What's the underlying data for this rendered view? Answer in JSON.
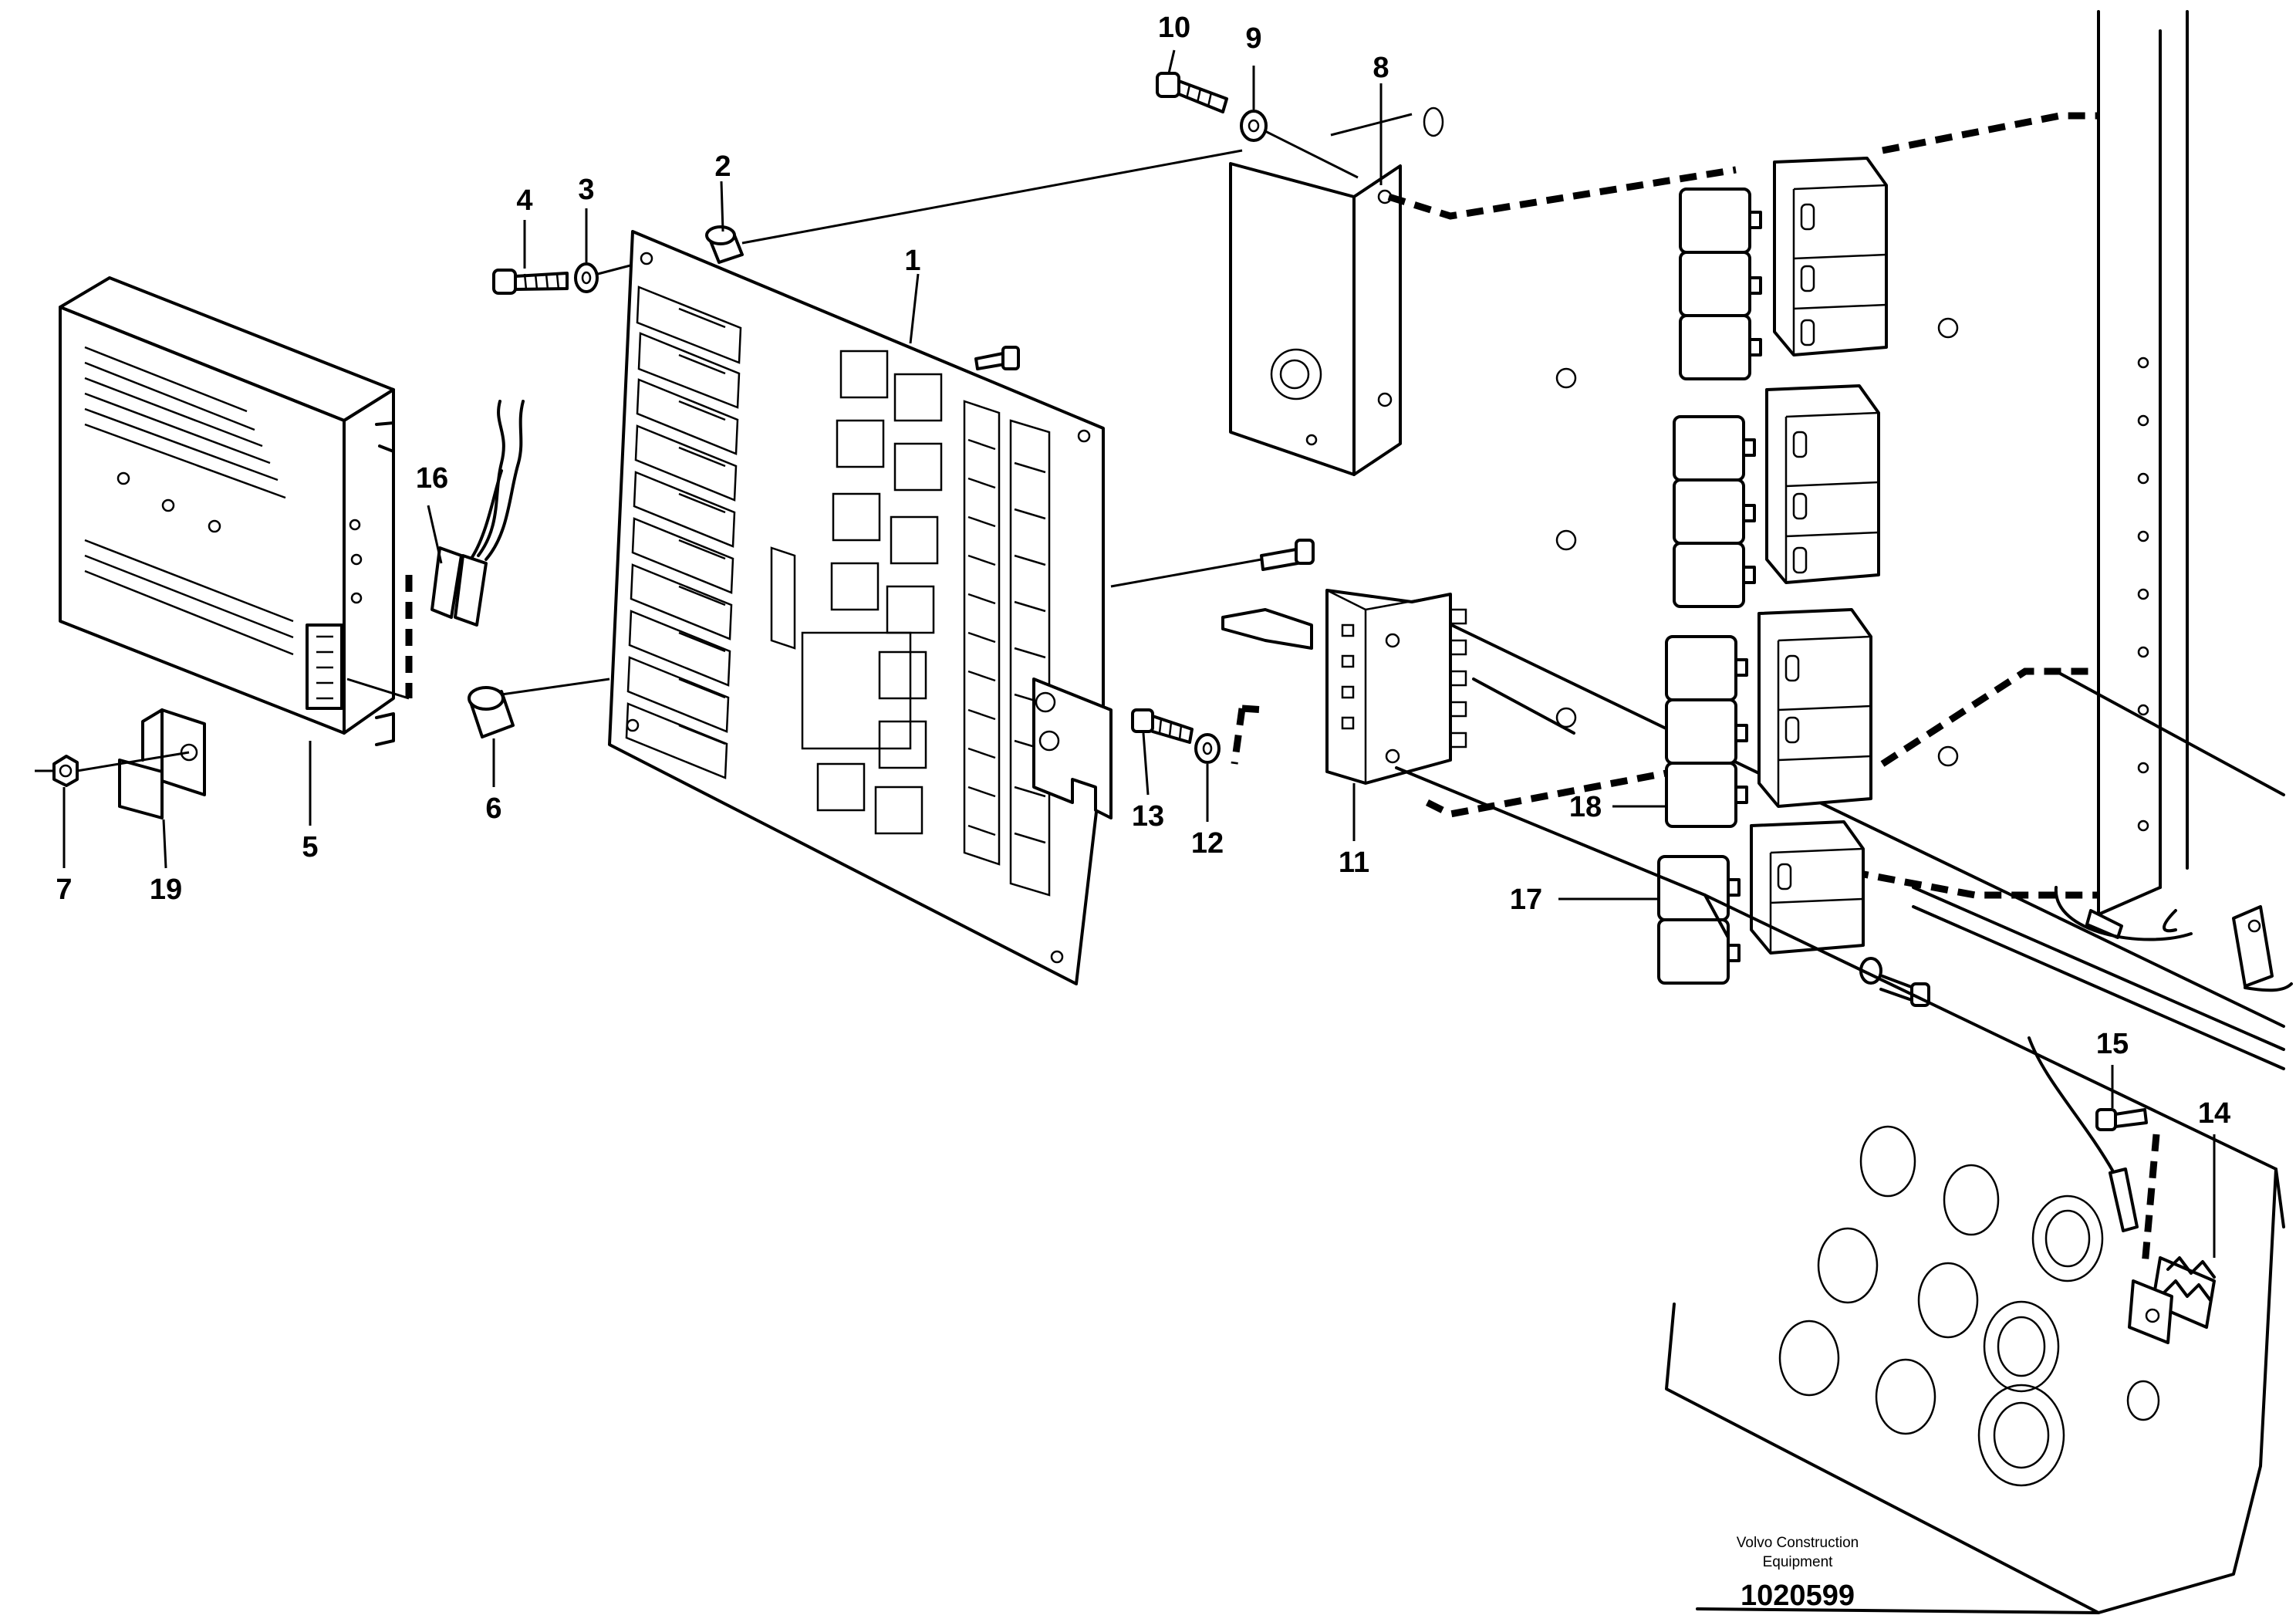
{
  "callouts": [
    {
      "id": "1",
      "label": "1"
    },
    {
      "id": "2",
      "label": "2"
    },
    {
      "id": "3",
      "label": "3"
    },
    {
      "id": "4",
      "label": "4"
    },
    {
      "id": "5",
      "label": "5"
    },
    {
      "id": "6",
      "label": "6"
    },
    {
      "id": "7",
      "label": "7"
    },
    {
      "id": "8",
      "label": "8"
    },
    {
      "id": "9",
      "label": "9"
    },
    {
      "id": "10",
      "label": "10"
    },
    {
      "id": "11",
      "label": "11"
    },
    {
      "id": "12",
      "label": "12"
    },
    {
      "id": "13",
      "label": "13"
    },
    {
      "id": "14",
      "label": "14"
    },
    {
      "id": "15",
      "label": "15"
    },
    {
      "id": "16",
      "label": "16"
    },
    {
      "id": "17",
      "label": "17"
    },
    {
      "id": "18",
      "label": "18"
    },
    {
      "id": "19",
      "label": "19"
    }
  ],
  "credit": {
    "line1": "Volvo Construction",
    "line2": "Equipment"
  },
  "document_number": "1020599"
}
